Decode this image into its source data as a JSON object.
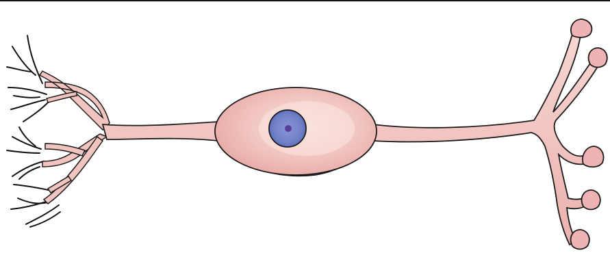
{
  "figure": {
    "subject": "neuron",
    "colors": {
      "membrane_fill": "#f2c4c0",
      "membrane_stroke": "#1a1a1a",
      "soma_fill": "#eeb8b4",
      "soma_highlight": "#f8dfdb",
      "nucleus_fill": "#6f7fc8",
      "nucleus_center": "#5a3d9a",
      "dendrite_stroke": "#111111",
      "terminal_fill": "#efb3b4"
    },
    "parts": {
      "dendrites": "dendrites",
      "cell_body": "cell-body",
      "nucleus": "nucleus",
      "axon": "axon",
      "axon_terminals": "axon-terminals"
    }
  }
}
